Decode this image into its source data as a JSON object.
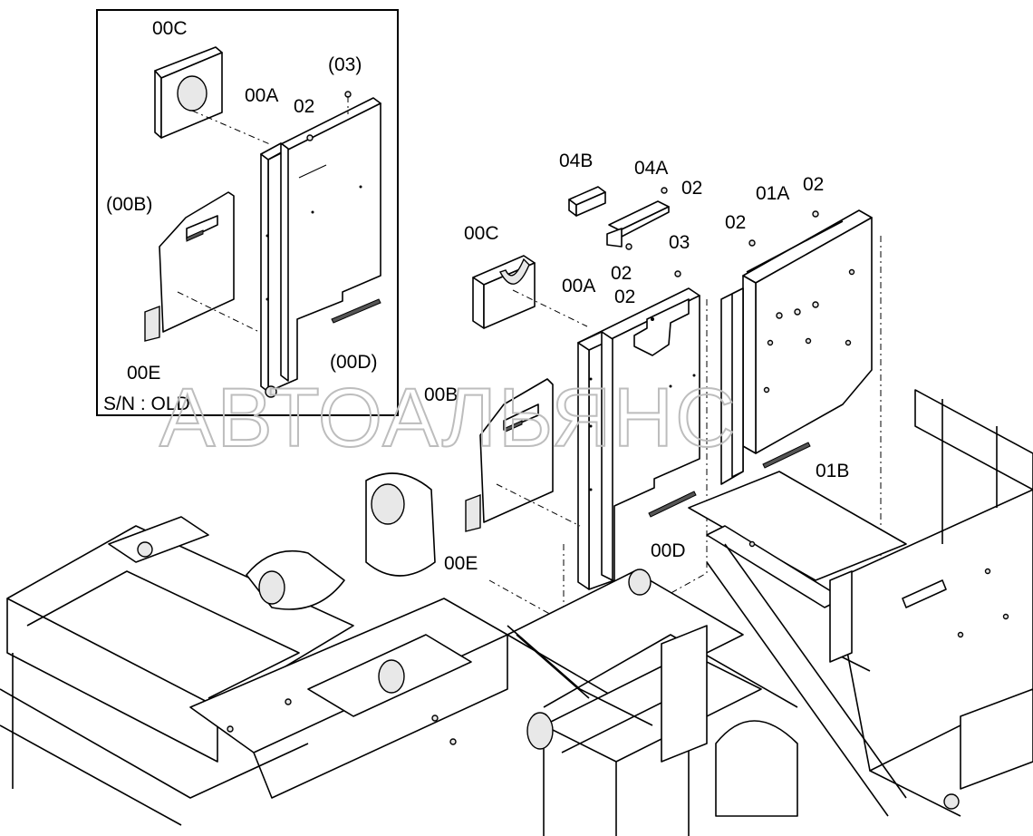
{
  "inset": {
    "serial_label": "S/N : OLD",
    "callouts": {
      "c00C": "00C",
      "c03": "(03)",
      "c00A": "00A",
      "c02": "02",
      "c00B": "(00B)",
      "c00E": "00E",
      "c00D": "(00D)"
    }
  },
  "main": {
    "callouts": {
      "c04B": "04B",
      "c04A": "04A",
      "c02a": "02",
      "c01A": "01A",
      "c02b": "02",
      "c02c": "02",
      "c00C": "00C",
      "c03": "03",
      "c02d": "02",
      "c00A": "00A",
      "c02e": "02",
      "c00B": "00B",
      "c01B": "01B",
      "c00E": "00E",
      "c00D": "00D"
    }
  },
  "watermark": "АВТОАЛЬЯНС"
}
